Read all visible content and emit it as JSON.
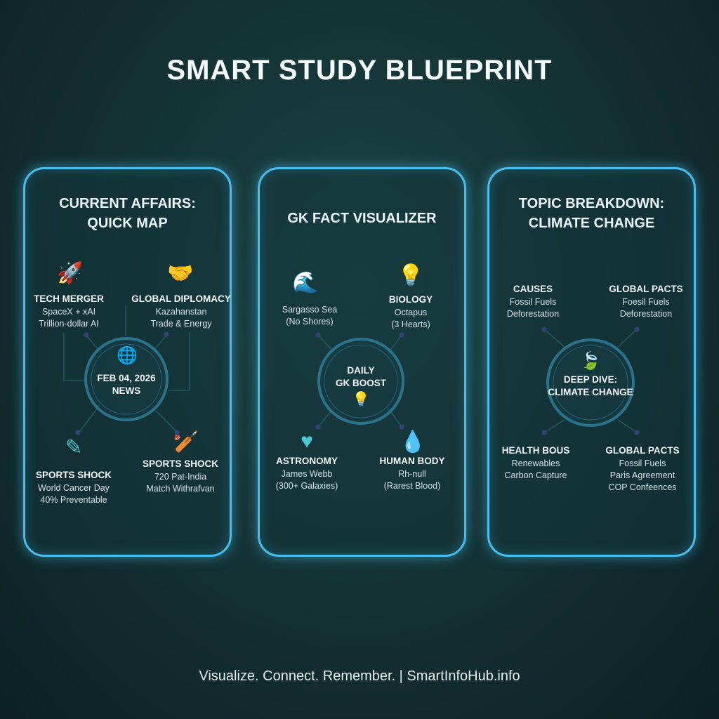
{
  "title": "SMART STUDY BLUEPRINT",
  "footer": "Visualize. Connect. Remember. | SmartInfoHub.info",
  "panels": [
    {
      "title_line1": "CURRENT AFFAIRS:",
      "title_line2": "QUICK MAP",
      "hub_line1": "FEB 04, 2026",
      "hub_line2": "NEWS",
      "nodes": [
        {
          "heading": "TECH MERGER",
          "line1": "SpaceX + xAI",
          "line2": "Trillion-dollar AI"
        },
        {
          "heading": "GLOBAL DIPLOMACY",
          "line1": "Kazahanstan",
          "line2": "Trade & Energy"
        },
        {
          "heading": "SPORTS SHOCK",
          "line1": "World Cancer Day",
          "line2": "40% Preventable"
        },
        {
          "heading": "SPORTS SHOCK",
          "line1": "720 Pat-India",
          "line2": "Match Withrafvan"
        }
      ]
    },
    {
      "title_line1": "GK FACT VISUALIZER",
      "hub_line1": "DAILY",
      "hub_line2": "GK BOOST",
      "nodes": [
        {
          "heading": "",
          "line1": "Sargasso Sea",
          "line2": "(No Shores)"
        },
        {
          "heading": "BIOLOGY",
          "line1": "Octapus",
          "line2": "(3 Hearts)"
        },
        {
          "heading": "ASTRONOMY",
          "line1": "James Webb",
          "line2": "(300+ Galaxies)"
        },
        {
          "heading": "HUMAN BODY",
          "line1": "Rh-null",
          "line2": "(Rarest Blood)"
        }
      ]
    },
    {
      "title_line1": "TOPIC BREAKDOWN:",
      "title_line2": "CLIMATE CHANGE",
      "hub_line1": "DEEP DIVE:",
      "hub_line2": "CLIMATE CHANGE",
      "nodes": [
        {
          "heading": "CAUSES",
          "line1": "Fossil Fuels",
          "line2": "Deforestation"
        },
        {
          "heading": "GLOBAL PACTS",
          "line1": "Foesil Fuels",
          "line2": "Deforestation"
        },
        {
          "heading": "HEALTH BOUS",
          "line1": "Renewables",
          "line2": "Carbon Capture"
        },
        {
          "heading": "GLOBAL PACTS",
          "line1": "Fossil Fuels",
          "line2": "Paris Agreement",
          "line3": "COP Confeences"
        }
      ]
    }
  ],
  "colors": {
    "accent": "#45bff0",
    "icon": "#4ac6cf",
    "dot": "#5b55c8"
  }
}
